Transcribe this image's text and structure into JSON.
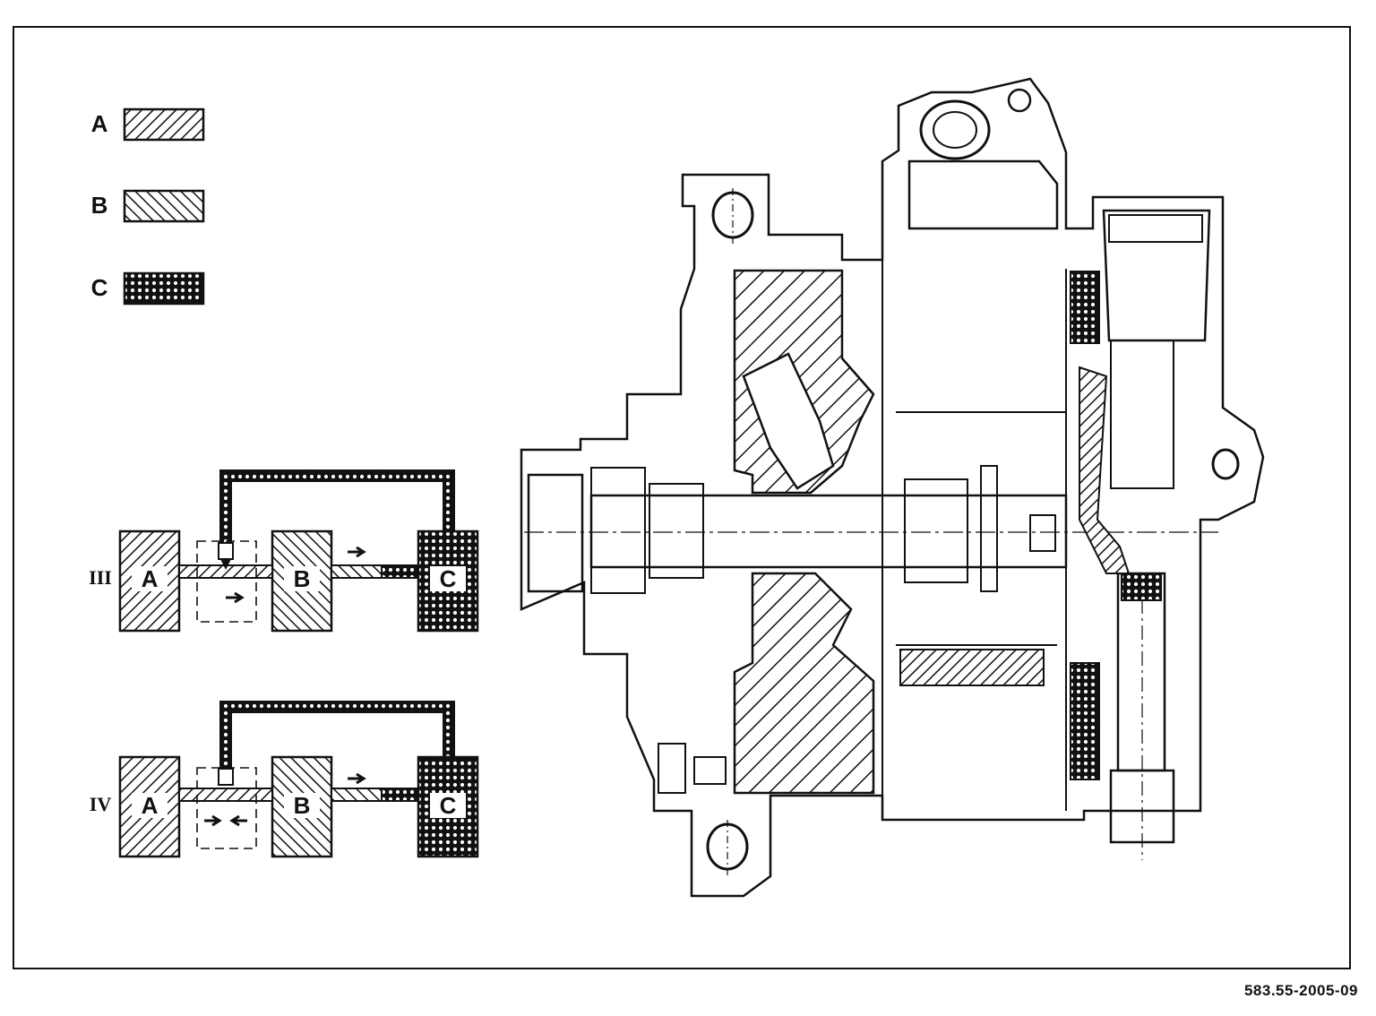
{
  "legend": [
    {
      "letter": "A",
      "pattern": "hatch-forward"
    },
    {
      "letter": "B",
      "pattern": "hatch-back"
    },
    {
      "letter": "C",
      "pattern": "crosshatch"
    }
  ],
  "schematics": [
    {
      "roman": "III",
      "blocks": [
        "A",
        "B",
        "C"
      ]
    },
    {
      "roman": "IV",
      "blocks": [
        "A",
        "B",
        "C"
      ]
    }
  ],
  "figure_code": "583.55-2005-09"
}
